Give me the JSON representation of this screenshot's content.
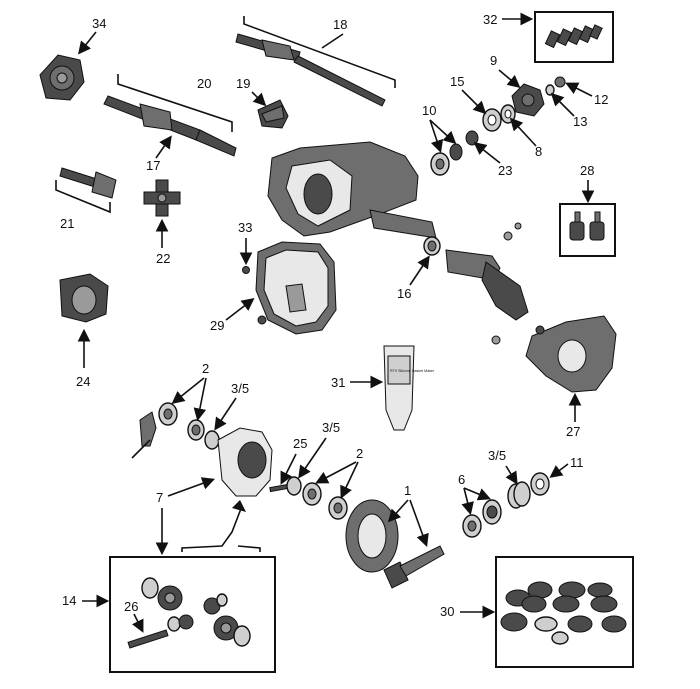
{
  "callouts": {
    "c34": "34",
    "c18": "18",
    "c32": "32",
    "c20": "20",
    "c19": "19",
    "c9": "9",
    "c15": "15",
    "c12": "12",
    "c10": "10",
    "c13": "13",
    "c17": "17",
    "c8": "8",
    "c23": "23",
    "c28": "28",
    "c21": "21",
    "c22": "22",
    "c33": "33",
    "c16": "16",
    "c29": "29",
    "c24": "24",
    "c31": "31",
    "c27": "27",
    "c2a": "2",
    "c35a": "3/5",
    "c25": "25",
    "c35b": "3/5",
    "c2b": "2",
    "c35c": "3/5",
    "c11": "11",
    "c6": "6",
    "c1": "1",
    "c7": "7",
    "c14": "14",
    "c26": "26",
    "c30": "30"
  },
  "tube_label_text": "RTV Silicone Gasket Maker"
}
